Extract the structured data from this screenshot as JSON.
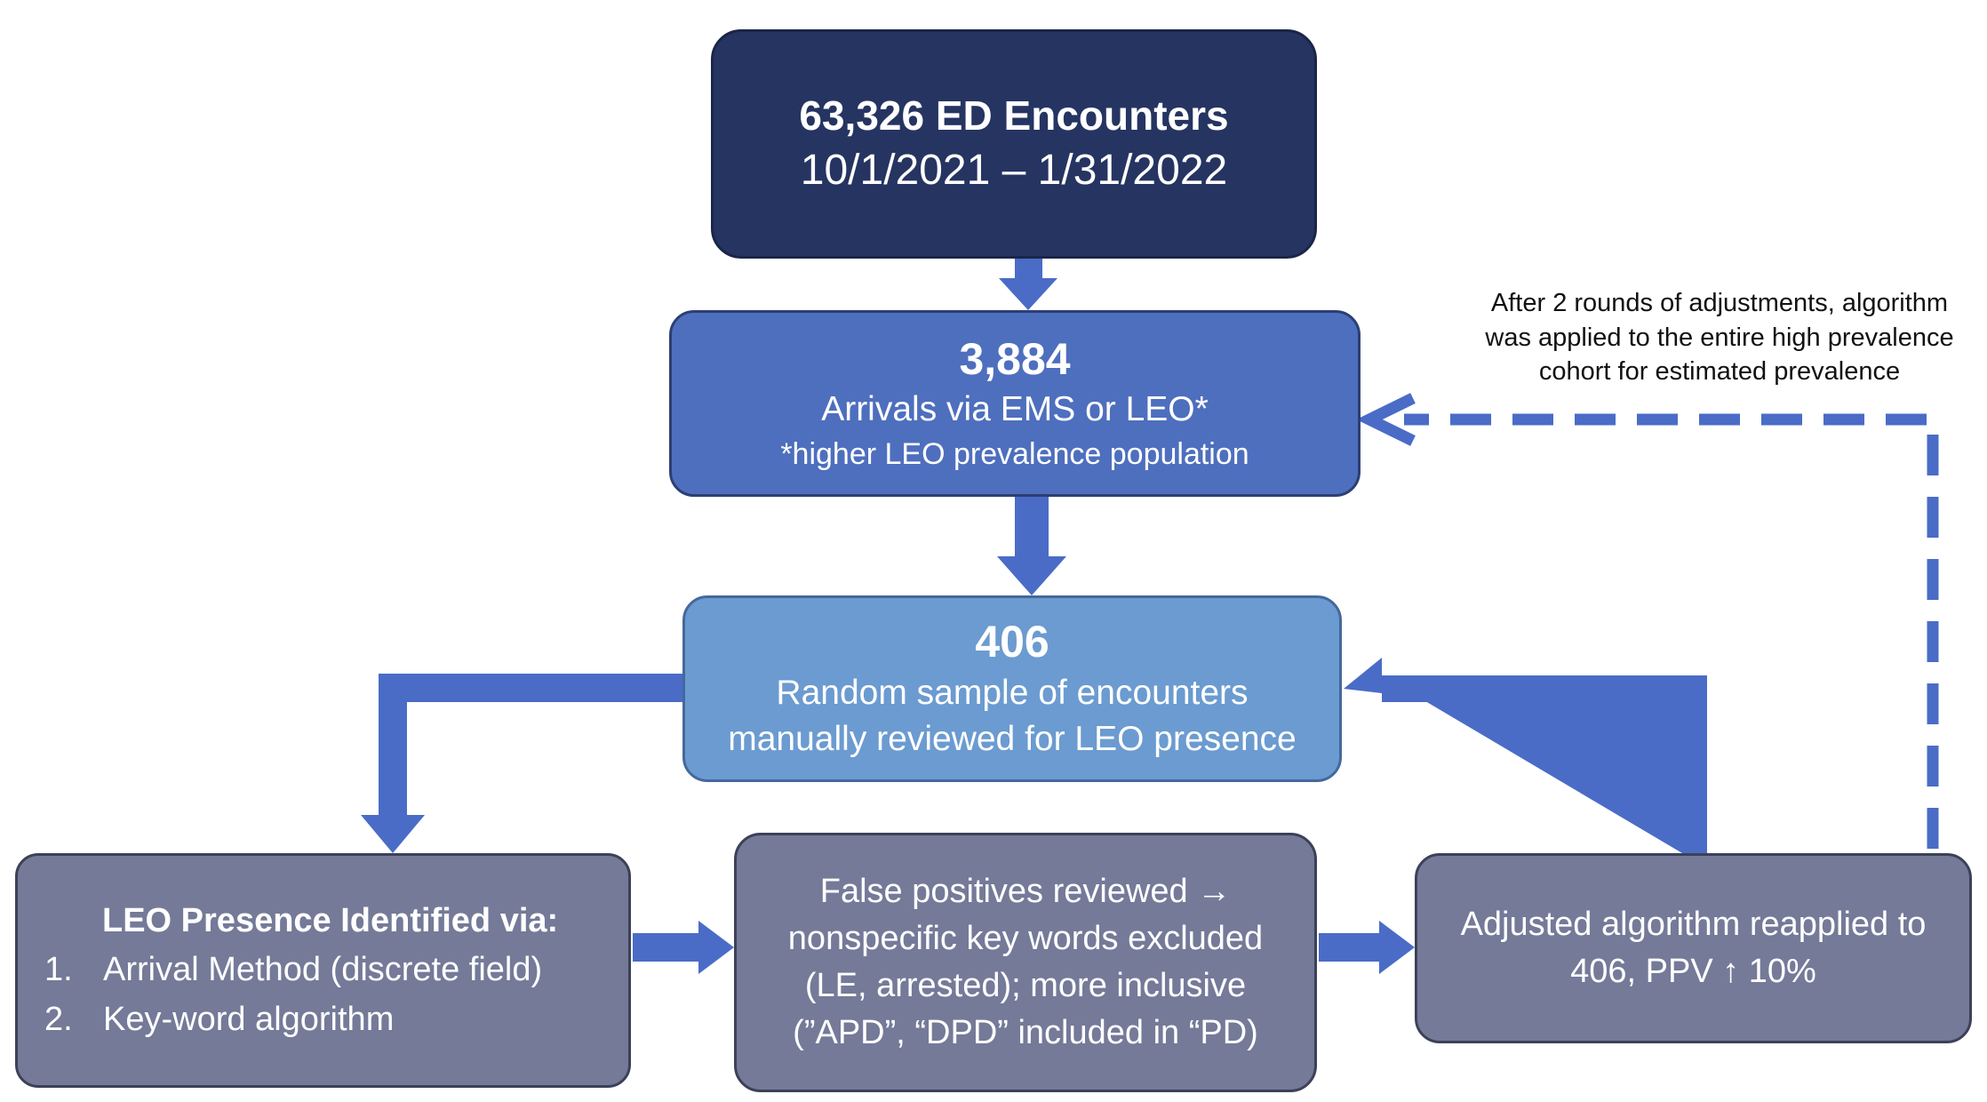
{
  "colors": {
    "navy": "#253461",
    "blue": "#4e6fbe",
    "light_blue": "#6b9bd0",
    "slate": "#747a98",
    "arrow": "#4a6cc7"
  },
  "boxes": {
    "encounters": {
      "title": "63,326 ED Encounters",
      "dates": "10/1/2021 – 1/31/2022"
    },
    "arrivals": {
      "count": "3,884",
      "label": "Arrivals via EMS or LEO*",
      "note": "*higher LEO prevalence population"
    },
    "sample": {
      "count": "406",
      "line1": "Random sample of encounters",
      "line2": "manually reviewed for LEO presence"
    },
    "leo": {
      "heading": "LEO Presence Identified via:",
      "items": [
        {
          "num": "1.",
          "text": "Arrival Method (discrete field)"
        },
        {
          "num": "2.",
          "text": "Key-word algorithm"
        }
      ]
    },
    "false_positives": {
      "lines": [
        "False positives reviewed →",
        "nonspecific key words excluded",
        "(LE, arrested); more inclusive",
        "(”APD”, “DPD” included in “PD)"
      ]
    },
    "adjusted": {
      "line1": "Adjusted algorithm reapplied to",
      "line2": "406, PPV ↑ 10%"
    }
  },
  "annotation": {
    "lines": [
      "After 2 rounds of adjustments, algorithm",
      "was applied to the entire high prevalence",
      "cohort for estimated prevalence"
    ]
  }
}
